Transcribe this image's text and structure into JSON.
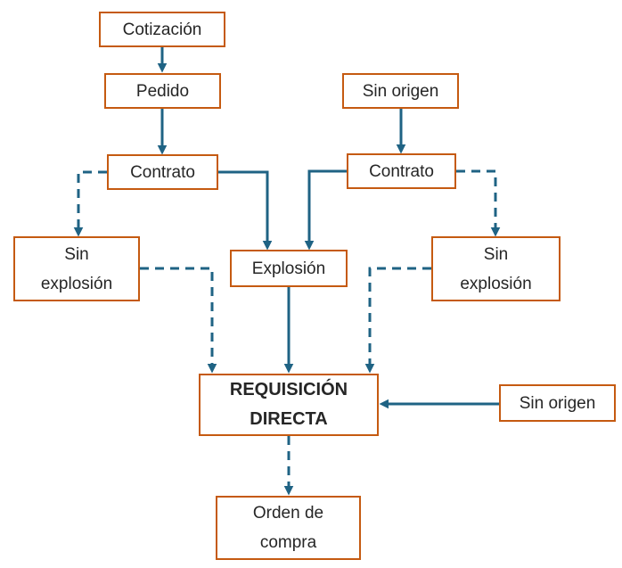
{
  "diagram": {
    "type": "flowchart",
    "background_color": "#FFFFFF",
    "box_border_color": "#C55A11",
    "connector_color": "#1F6384",
    "text_color": "#262626",
    "nodes": [
      {
        "id": "cotizacion",
        "label": "Cotización"
      },
      {
        "id": "pedido",
        "label": "Pedido"
      },
      {
        "id": "contrato-izquierda",
        "label": "Contrato"
      },
      {
        "id": "sin-origen-superior",
        "label": "Sin origen"
      },
      {
        "id": "contrato-derecha",
        "label": "Contrato"
      },
      {
        "id": "sin-explosion-izquierda",
        "label": "Sin\nexplosión"
      },
      {
        "id": "explosion",
        "label": "Explosión"
      },
      {
        "id": "sin-explosion-derecha",
        "label": "Sin\nexplosión"
      },
      {
        "id": "requisicion-directa",
        "label": "REQUISICIÓN\nDIRECTA",
        "emphasis": "bold"
      },
      {
        "id": "sin-origen-derecha",
        "label": "Sin origen"
      },
      {
        "id": "orden-de-compra",
        "label": "Orden de\ncompra"
      }
    ],
    "edges": [
      {
        "from": "cotizacion",
        "to": "pedido",
        "style": "solid"
      },
      {
        "from": "pedido",
        "to": "contrato-izquierda",
        "style": "solid"
      },
      {
        "from": "sin-origen-superior",
        "to": "contrato-derecha",
        "style": "solid"
      },
      {
        "from": "contrato-izquierda",
        "to": "explosion",
        "style": "solid"
      },
      {
        "from": "contrato-derecha",
        "to": "explosion",
        "style": "solid"
      },
      {
        "from": "contrato-izquierda",
        "to": "sin-explosion-izquierda",
        "style": "dashed"
      },
      {
        "from": "contrato-derecha",
        "to": "sin-explosion-derecha",
        "style": "dashed"
      },
      {
        "from": "sin-explosion-izquierda",
        "to": "requisicion-directa",
        "style": "dashed"
      },
      {
        "from": "sin-explosion-derecha",
        "to": "requisicion-directa",
        "style": "dashed"
      },
      {
        "from": "explosion",
        "to": "requisicion-directa",
        "style": "solid"
      },
      {
        "from": "sin-origen-derecha",
        "to": "requisicion-directa",
        "style": "solid"
      },
      {
        "from": "requisicion-directa",
        "to": "orden-de-compra",
        "style": "dashed"
      }
    ]
  }
}
